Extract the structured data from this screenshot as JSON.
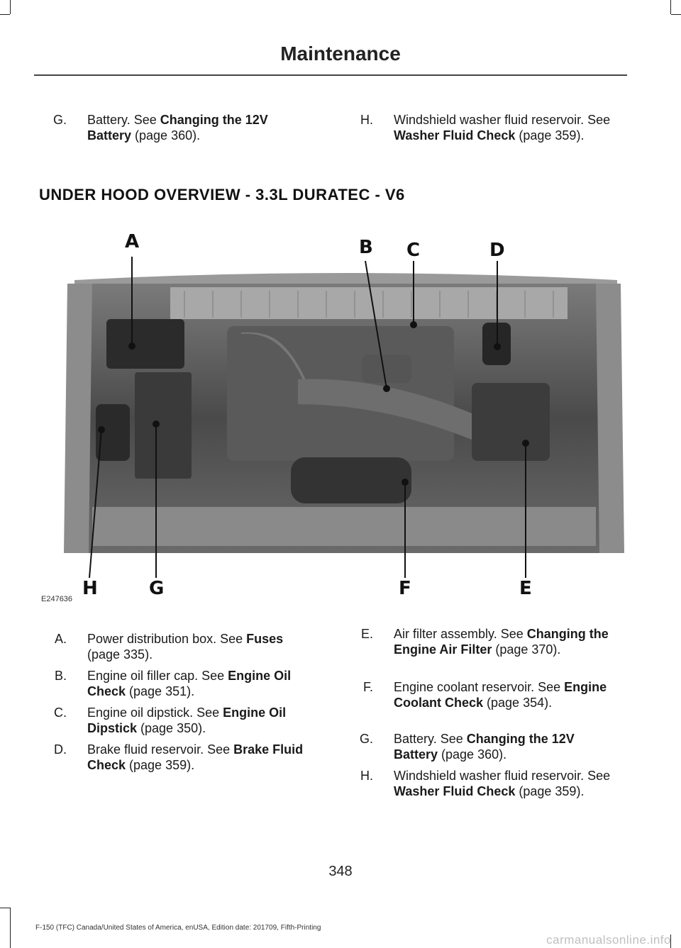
{
  "header": {
    "title": "Maintenance"
  },
  "top_items": [
    {
      "letter": "G.",
      "pre": "Battery.  See ",
      "bold": "Changing the 12V Battery",
      "post": " (page 360)."
    },
    {
      "letter": "H.",
      "pre": "Windshield washer fluid reservoir.  See ",
      "bold": "Washer Fluid Check",
      "post": " (page 359)."
    }
  ],
  "section": {
    "heading": "UNDER HOOD OVERVIEW - 3.3L DURATEC - V6"
  },
  "figure": {
    "id": "E247636",
    "callouts": {
      "A": "A",
      "B": "B",
      "C": "C",
      "D": "D",
      "E": "E",
      "F": "F",
      "G": "G",
      "H": "H"
    }
  },
  "items": [
    {
      "letter": "A.",
      "pre": "Power distribution box.  See ",
      "bold": "Fuses",
      "post": " (page 335)."
    },
    {
      "letter": "B.",
      "pre": "Engine oil filler cap.  See ",
      "bold": "Engine Oil Check",
      "post": " (page 351)."
    },
    {
      "letter": "C.",
      "pre": "Engine oil dipstick.  See ",
      "bold": "Engine Oil Dipstick",
      "post": " (page 350)."
    },
    {
      "letter": "D.",
      "pre": "Brake fluid reservoir.  See ",
      "bold": "Brake Fluid Check",
      "post": " (page 359)."
    },
    {
      "letter": "E.",
      "pre": "Air filter assembly.  See ",
      "bold": "Changing the Engine Air Filter",
      "post": " (page 370)."
    },
    {
      "letter": "F.",
      "pre": "Engine coolant reservoir.  See ",
      "bold": "Engine Coolant Check",
      "post": " (page 354)."
    },
    {
      "letter": "G.",
      "pre": "Battery.  See ",
      "bold": "Changing the 12V Battery",
      "post": " (page 360)."
    },
    {
      "letter": "H.",
      "pre": "Windshield washer fluid reservoir.  See ",
      "bold": "Washer Fluid Check",
      "post": " (page 359)."
    }
  ],
  "page_number": "348",
  "footer": "F-150 (TFC) Canada/United States of America, enUSA, Edition date: 201709, Fifth-Printing",
  "watermark": "carmanualsonline.info"
}
